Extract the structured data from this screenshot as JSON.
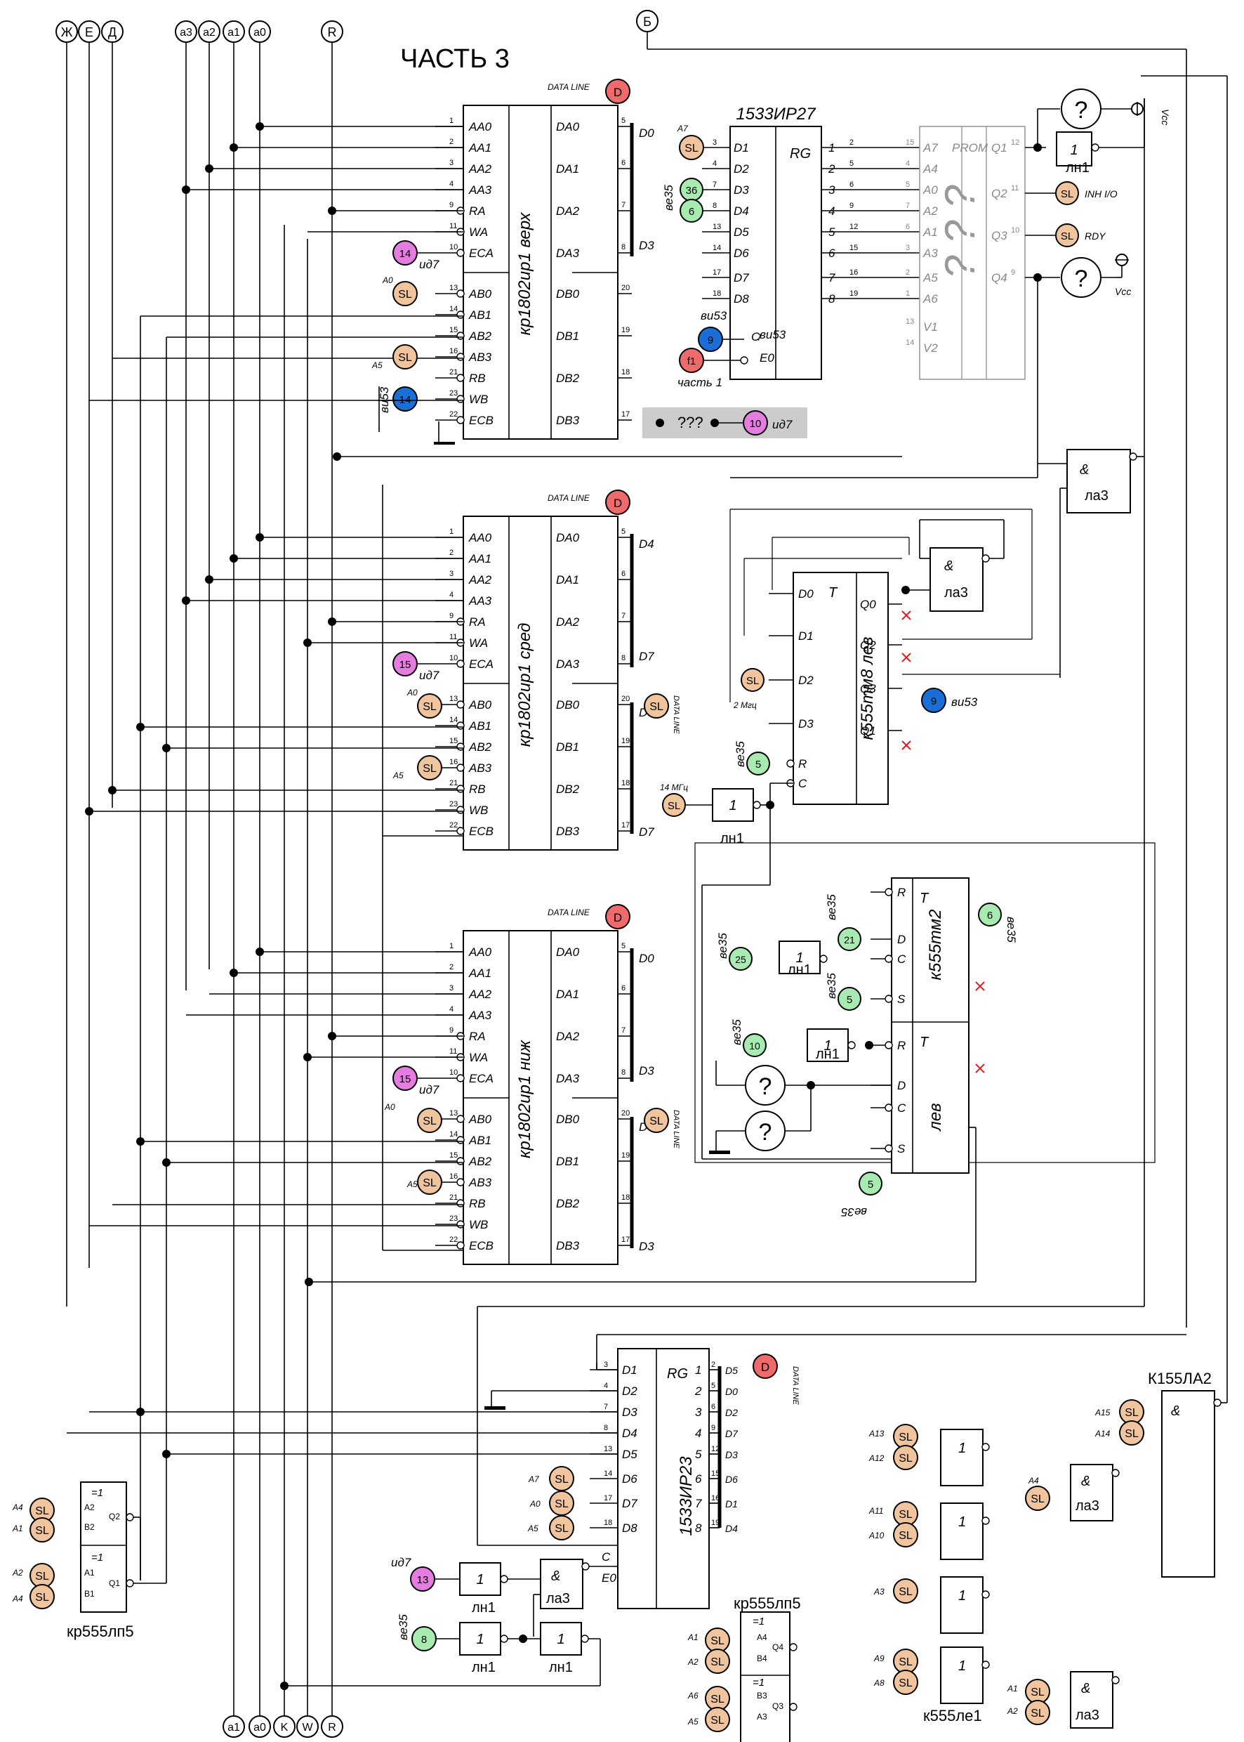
{
  "title": "ЧАСТЬ 3",
  "top_terminals": [
    "Ж",
    "Е",
    "Д",
    "а3",
    "а2",
    "а1",
    "а0",
    "R",
    "Б"
  ],
  "bottom_terminals": [
    "а1",
    "а0",
    "K",
    "W",
    "R"
  ],
  "common": {
    "sl": "SL",
    "data_line": "DATA LINE",
    "d_marker": "D",
    "unknown": "?",
    "unknown3": "???",
    "vcc": "Vcc",
    "and_sym": "&",
    "not_sym": "1",
    "xor_sym": "=1",
    "rg": "RG",
    "prom": "PROM",
    "t_sym": "T",
    "ln1": "лн1",
    "la3": "ла3",
    "id7": "ид7",
    "vi53": "ви53",
    "ve35": "ве35",
    "part1": "часть 1",
    "mhz2": "2 Мгц",
    "mhz14": "14 МГц",
    "inh": "INH I/O",
    "rdy": "RDY"
  },
  "mem": [
    {
      "name": "кр1802ир1 верх",
      "eca": "14",
      "d_out": [
        "D0",
        "D3"
      ]
    },
    {
      "name": "кр1802ир1 сред",
      "eca": "15",
      "d_out": [
        "D4",
        "D7"
      ],
      "db_out": [
        "D4",
        "D7"
      ]
    },
    {
      "name": "кр1802ир1 ниж",
      "eca": "15",
      "d_out": [
        "D0",
        "D3"
      ],
      "db_out": [
        "D0",
        "D3"
      ]
    }
  ],
  "mem_pins_left": [
    "AA0",
    "AA1",
    "AA2",
    "AA3",
    "RA",
    "WA",
    "ECA",
    "AB0",
    "AB1",
    "AB2",
    "AB3",
    "RB",
    "WB",
    "ECB"
  ],
  "mem_pin_nums_left": [
    "1",
    "2",
    "3",
    "4",
    "9",
    "11",
    "10",
    "13",
    "14",
    "15",
    "16",
    "21",
    "23",
    "22"
  ],
  "mem_pins_right": [
    "DA0",
    "DA1",
    "DA2",
    "DA3",
    "DB0",
    "DB1",
    "DB2",
    "DB3"
  ],
  "mem_pin_nums_right": [
    "5",
    "6",
    "7",
    "8",
    "20",
    "19",
    "18",
    "17"
  ],
  "sl_labels": {
    "a0": "A0",
    "a5": "A5",
    "a7": "A7",
    "a6": "A6",
    "a1": "A1",
    "a2": "A2",
    "a4": "A4",
    "a3": "A3",
    "a8": "A8",
    "a9": "A9",
    "a10": "A10",
    "a11": "A11",
    "a12": "A12",
    "a13": "A13",
    "a14": "A14",
    "a15": "A15"
  },
  "ir27": {
    "name": "1533ИР27",
    "inputs": [
      "D1",
      "D2",
      "D3",
      "D4",
      "D5",
      "D6",
      "D7",
      "D8"
    ],
    "in_pins": [
      "3",
      "4",
      "7",
      "8",
      "13",
      "14",
      "17",
      "18"
    ],
    "outputs": [
      "1",
      "2",
      "3",
      "4",
      "5",
      "6",
      "7",
      "8"
    ],
    "out_pins": [
      "2",
      "5",
      "6",
      "9",
      "12",
      "15",
      "16",
      "19"
    ],
    "ve35_a": "36",
    "ve35_b": "6",
    "vi53": "9",
    "f1": "f1",
    "id7": "10"
  },
  "prom": {
    "inputs": [
      "A7",
      "A4",
      "A0",
      "A2",
      "A1",
      "A3",
      "A5",
      "A6",
      "V1",
      "V2"
    ],
    "in_pins": [
      "15",
      "4",
      "5",
      "7",
      "6",
      "3",
      "2",
      "1",
      "13",
      "14"
    ],
    "outputs": [
      "Q1",
      "Q2",
      "Q3",
      "Q4"
    ],
    "out_pins": [
      "12",
      "11",
      "10",
      "9"
    ],
    "body": "? ? ?"
  },
  "tm8": {
    "name": "к555тм8 лев",
    "inputs": [
      "D0",
      "D1",
      "D2",
      "D3",
      "R",
      "C"
    ],
    "outputs": [
      "Q0",
      "Q2",
      "Q3",
      "Q1"
    ],
    "vi53": "9",
    "ve35": "5"
  },
  "tm2": {
    "name": "к555тм2",
    "name2": "лев",
    "pins": [
      "R",
      "D",
      "C",
      "S"
    ],
    "ve35": [
      "21",
      "25",
      "5",
      "10",
      "5",
      "6"
    ]
  },
  "ir23": {
    "name": "1533ИР23",
    "inputs": [
      "D1",
      "D2",
      "D3",
      "D4",
      "D5",
      "D6",
      "D7",
      "D8"
    ],
    "in_pins": [
      "3",
      "4",
      "7",
      "8",
      "13",
      "14",
      "17",
      "18"
    ],
    "outputs": [
      "1",
      "2",
      "3",
      "4",
      "5",
      "6",
      "7",
      "8"
    ],
    "out_pins": [
      "2",
      "5",
      "6",
      "9",
      "12",
      "15",
      "16",
      "19"
    ],
    "data_out": [
      "D5",
      "D0",
      "D2",
      "D7",
      "D3",
      "D6",
      "D1",
      "D4"
    ],
    "c": "C",
    "e0": "E0",
    "id7": "13",
    "ve35": "8"
  },
  "la2": {
    "name": "К155ЛА2"
  },
  "lp5_left": {
    "name": "кр555лп5",
    "pins_a": [
      "A2",
      "B2",
      "Q2"
    ],
    "pins_b": [
      "A1",
      "B1",
      "Q1"
    ]
  },
  "lp5_mid": {
    "name": "кр555лп5",
    "pins_a": [
      "A4",
      "B4",
      "Q4"
    ],
    "pins_b": [
      "B3",
      "A3",
      "Q3"
    ]
  },
  "le1": {
    "name": "к555ле1"
  }
}
